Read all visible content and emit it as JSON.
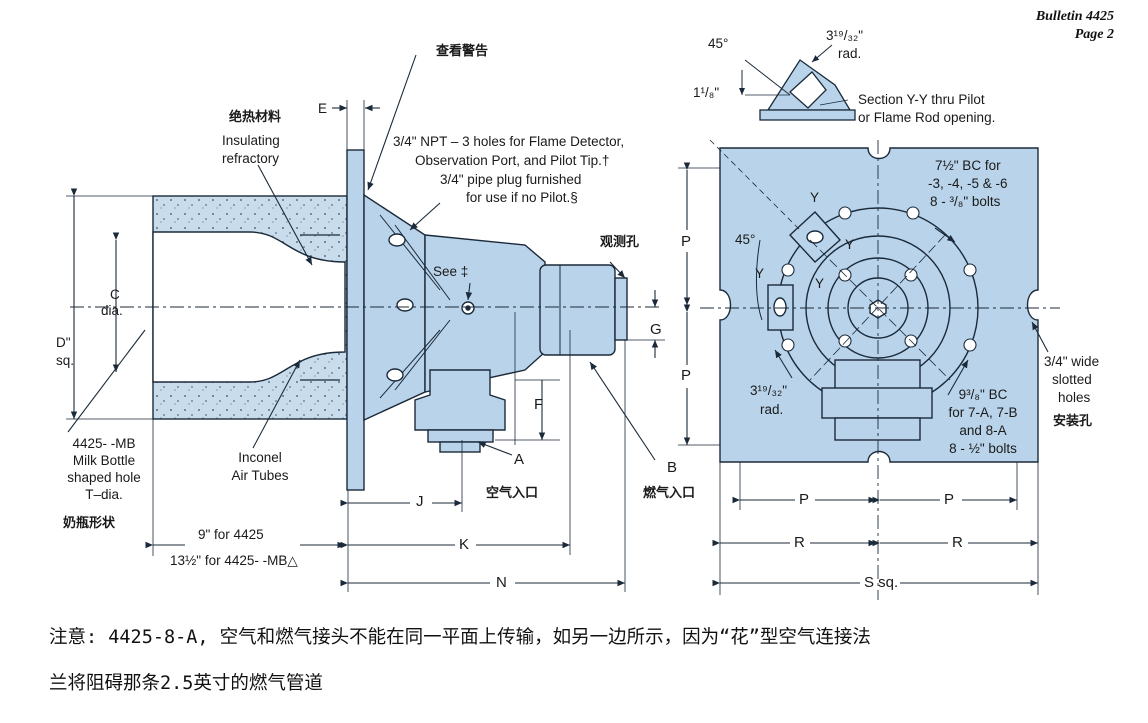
{
  "header": {
    "bulletin": "Bulletin 4425",
    "page": "Page 2"
  },
  "labels": {
    "viewing_warning_cn": "查看警告",
    "insulation_cn": "绝热材料",
    "insulating": "Insulating",
    "refractory": "refractory",
    "dim_e": "E",
    "npt_line1": "3/4\" NPT – 3 holes for Flame Detector,",
    "npt_line2": "Observation Port, and Pilot Tip.†",
    "npt_line3": "3/4\" pipe plug furnished",
    "npt_line4": "for use if no Pilot.§",
    "observe_hole_cn": "观测孔",
    "see": "See ‡",
    "dim_c": "C",
    "dim_c_dia": "dia.",
    "dim_d": "D\"",
    "dim_d_sq": "sq.",
    "dim_g": "G",
    "dim_f": "F",
    "dim_a": "A",
    "dim_b": "B",
    "air_inlet_cn": "空气入口",
    "gas_inlet_cn": "燃气入口",
    "milk_line1": "4425- -MB",
    "milk_line2": "Milk Bottle",
    "milk_line3": "shaped hole",
    "milk_line4": "T–dia.",
    "milk_cn": "奶瓶形状",
    "inconel_line1": "Inconel",
    "inconel_line2": "Air Tubes",
    "dim_j": "J",
    "dim_k": "K",
    "dim_n": "N",
    "len_4425": "9\" for 4425",
    "len_mb": "13½\" for 4425- -MB△",
    "angle_45_top": "45°",
    "rad_top": "3¹⁹/₃₂\"",
    "rad_top_unit": "rad.",
    "dim_1_1_8": "1¹/₈\"",
    "section_line1": "Section Y-Y thru Pilot",
    "section_line2": "or Flame Rod opening.",
    "bc_line1": "7½\" BC for",
    "bc_line2": "-3, -4, -5 & -6",
    "bc_line3": "8 - ³/₈\" bolts",
    "angle_45": "45°",
    "dim_p": "P",
    "y": "Y",
    "rad_left": "3¹⁹/₃₂\"",
    "rad_left_unit": "rad.",
    "bc2_line1": "9³/₈\" BC",
    "bc2_line2": "for 7-A, 7-B",
    "bc2_line3": "and 8-A",
    "bc2_line4": "8 - ½\" bolts",
    "slot_line1": "3/4\" wide",
    "slot_line2": "slotted",
    "slot_line3": "holes",
    "mount_cn": "安装孔",
    "dim_r": "R",
    "dim_s": "S sq."
  },
  "note": {
    "line1": "注意: 4425-8-A, 空气和燃气接头不能在同一平面上传输，如另一边所示，因为“花”型空气连接法",
    "line2": "兰将阻碍那条2.5英寸的燃气管道"
  },
  "colors": {
    "body_fill": "#b9d4ea",
    "outline": "#1b2a3a",
    "refractory_fill": "#c8dcec"
  }
}
